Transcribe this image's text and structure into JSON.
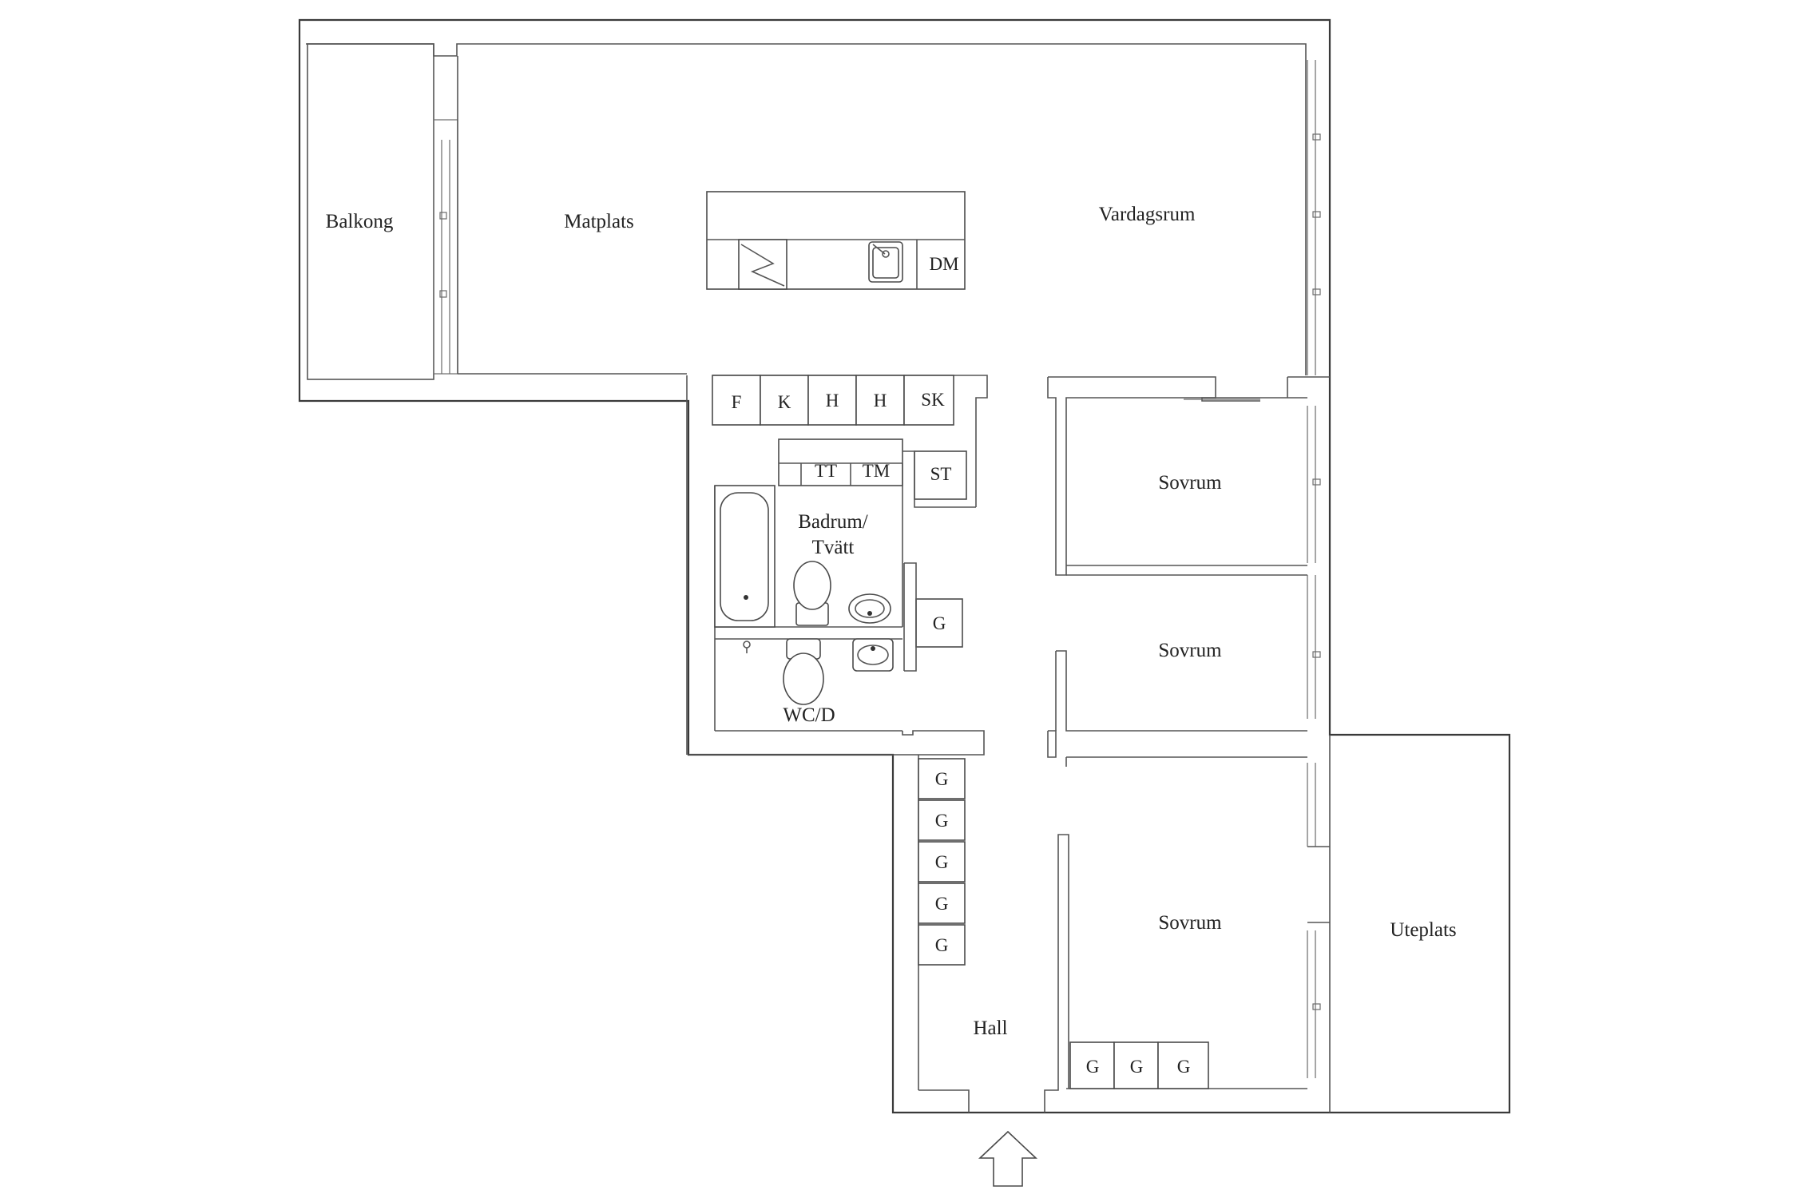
{
  "rooms": {
    "balkong": "Balkong",
    "matplats": "Matplats",
    "vardagsrum": "Vardagsrum",
    "sovrum1": "Sovrum",
    "sovrum2": "Sovrum",
    "sovrum3": "Sovrum",
    "badrum_line1": "Badrum/",
    "badrum_line2": "Tvätt",
    "wcd": "WC/D",
    "hall": "Hall",
    "uteplats": "Uteplats"
  },
  "fixtures": {
    "dm": "DM",
    "f": "F",
    "k": "K",
    "h1": "H",
    "h2": "H",
    "sk": "SK",
    "tt": "TT",
    "tm": "TM",
    "st": "ST",
    "g_bath": "G",
    "g_hall": [
      "G",
      "G",
      "G",
      "G",
      "G"
    ],
    "g_bed": [
      "G",
      "G",
      "G"
    ]
  },
  "icons": [
    "stove-icon",
    "kitchen-sink-icon",
    "bathtub-icon",
    "toilet-icon",
    "washbasin-icon",
    "entrance-arrow-icon"
  ]
}
